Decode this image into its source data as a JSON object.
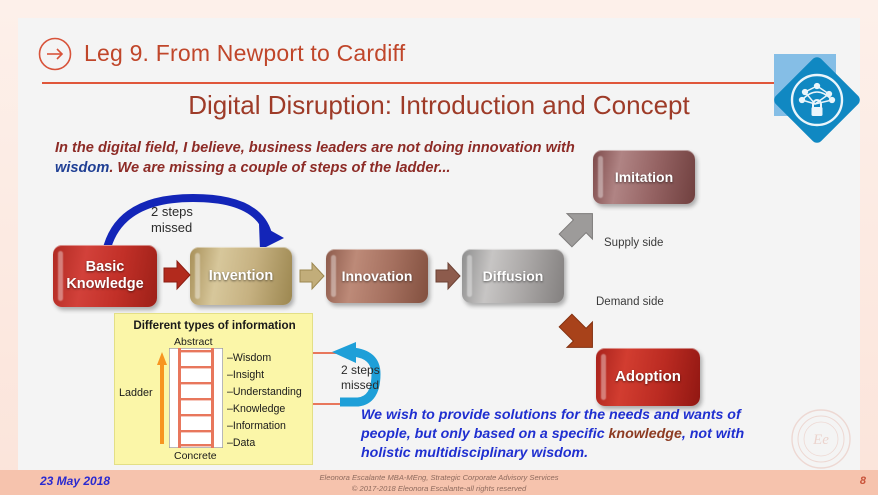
{
  "header": {
    "leg_title": "Leg 9. From Newport to Cardiff",
    "arrow_icon": "arrow-right-circle-icon"
  },
  "slide_title": "Digital Disruption: Introduction and Concept",
  "logo": {
    "icon": "network-lock-diamond-icon"
  },
  "intro": {
    "part1": "In the digital field, I believe, business leaders are not doing innovation with ",
    "highlight": "wisdom",
    "part2": ". We are missing a couple of steps of the ladder..."
  },
  "process": {
    "boxes": [
      {
        "id": "basic",
        "label": "Basic\nKnowledge",
        "color": "#c23028"
      },
      {
        "id": "invention",
        "label": "Invention",
        "color": "#c6b181"
      },
      {
        "id": "innovation",
        "label": "Innovation",
        "color": "#a5705f"
      },
      {
        "id": "diffusion",
        "label": "Diffusion",
        "color": "#a9a6a5"
      },
      {
        "id": "imitation",
        "label": "Imitation",
        "color": "#956363"
      },
      {
        "id": "adoption",
        "label": "Adoption",
        "color": "#bb2b22"
      }
    ],
    "basic_line1": "Basic",
    "basic_line2": "Knowledge",
    "invention": "Invention",
    "innovation": "Innovation",
    "diffusion": "Diffusion",
    "imitation": "Imitation",
    "adoption": "Adoption",
    "supply_label": "Supply side",
    "demand_label": "Demand side",
    "steps_top_line1": "2 steps",
    "steps_top_line2": "missed",
    "arrow_colors": {
      "basic_to_invention": "#b22a1d",
      "invention_to_innovation": "#c2ad7a",
      "innovation_to_diffusion": "#8d5b4c",
      "to_imitation": "#9d9b9a",
      "to_adoption": "#a8421a",
      "curve_top": "#1325b8",
      "curve_ladder": "#1e9fd8"
    }
  },
  "infobox": {
    "title": "Different types of information",
    "abstract_label": "Abstract",
    "concrete_label": "Concrete",
    "ladder_label": "Ladder",
    "rungs": [
      "–Wisdom",
      "–Insight",
      "–Understanding",
      "–Knowledge",
      "–Information",
      "–Data"
    ],
    "steps_line1": "2 steps",
    "steps_line2": "missed",
    "background": "#fbf6a8"
  },
  "statement": {
    "part1": "We wish to provide solutions for the needs and wants of people, but only based on a specific ",
    "highlight": "knowledge",
    "part2": ", not with holistic multidisciplinary wisdom."
  },
  "footer": {
    "date": "23 May 2018",
    "credit_line1": "Eleonora Escalante MBA-MEng, Strategic Corporate Advisory Services",
    "credit_line2": "© 2017-2018 Eleonora Escalante-all rights reserved",
    "page": "8"
  }
}
